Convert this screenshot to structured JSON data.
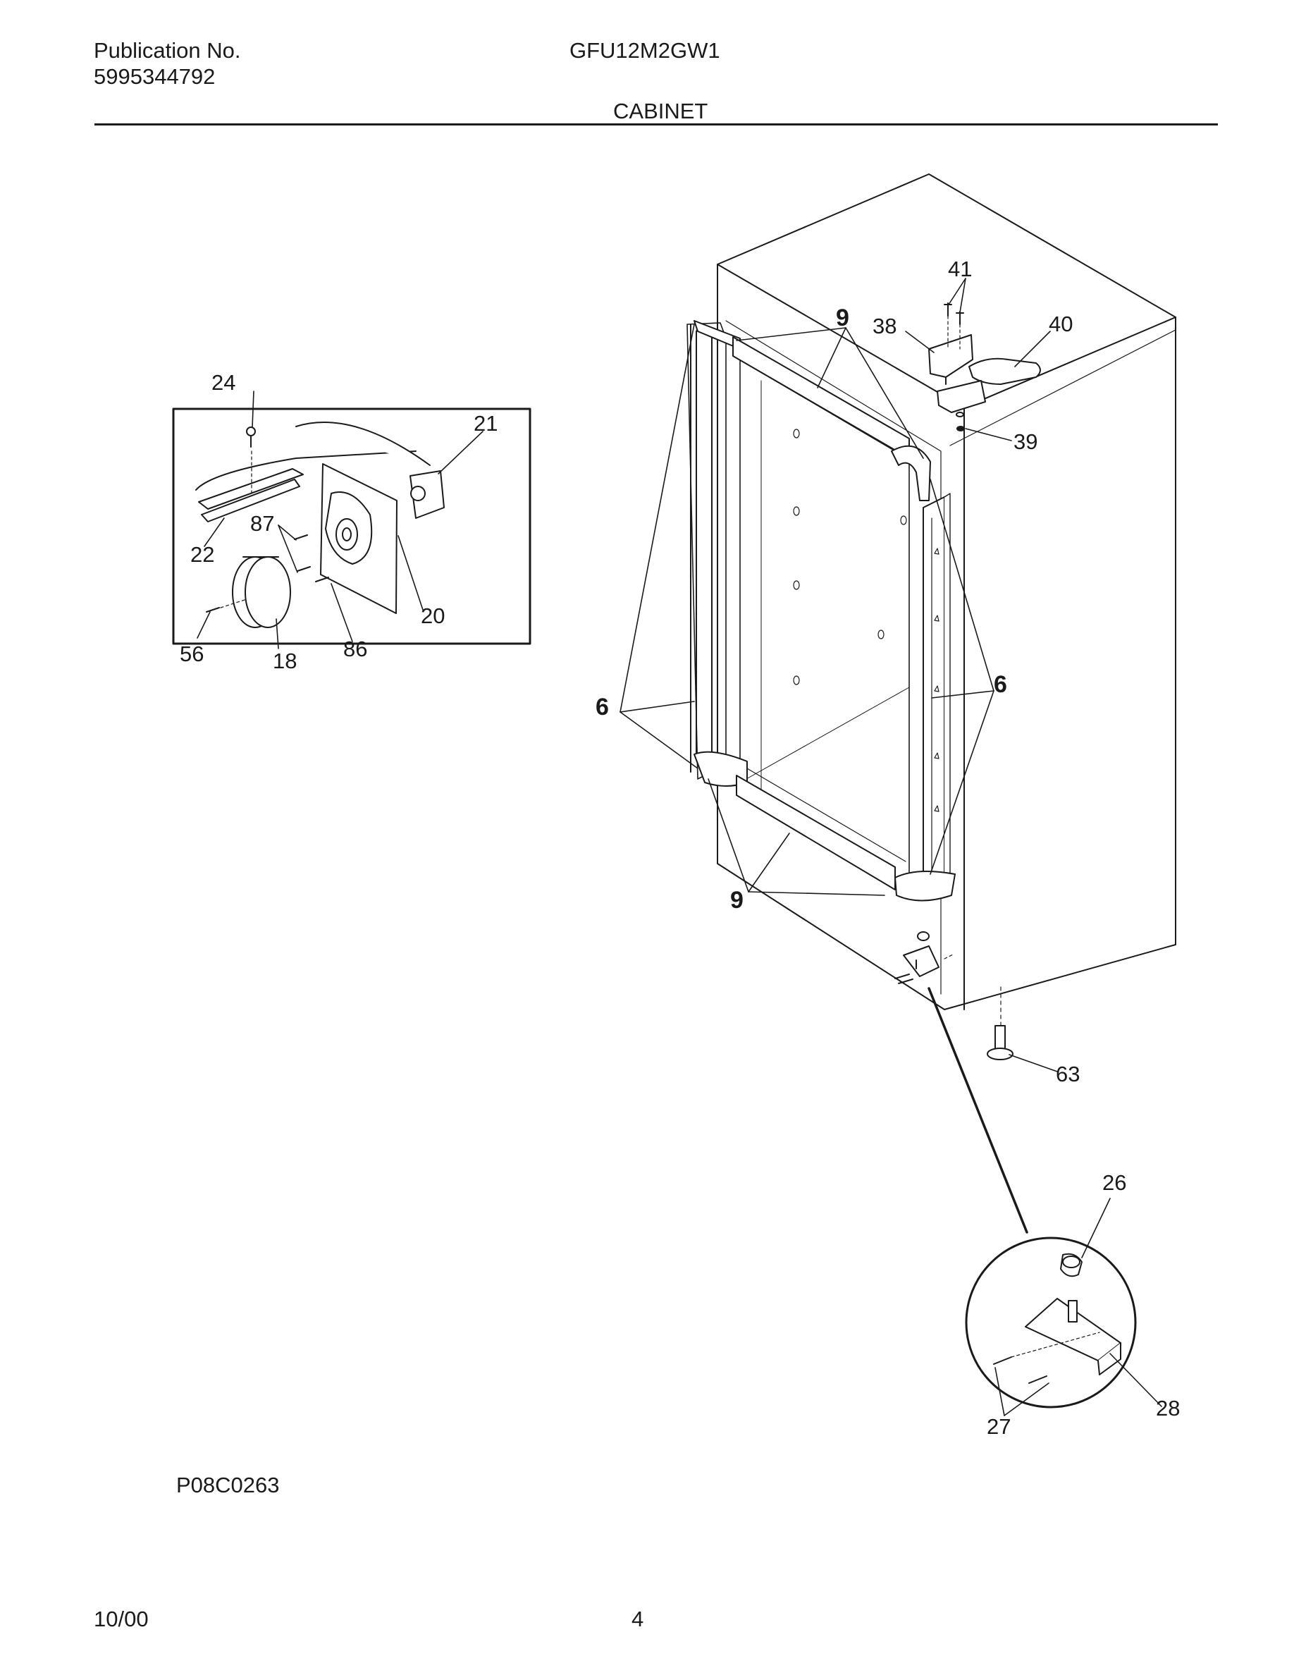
{
  "header": {
    "publication_label": "Publication No.",
    "publication_number": "5995344792",
    "model": "GFU12M2GW1",
    "section_title": "CABINET"
  },
  "callouts": {
    "c24": "24",
    "c21": "21",
    "c87": "87",
    "c22": "22",
    "c20": "20",
    "c56": "56",
    "c18": "18",
    "c86": "86",
    "c41": "41",
    "c9_top": "9",
    "c38": "38",
    "c40": "40",
    "c39": "39",
    "c6_left": "6",
    "c6_right": "6",
    "c9_bottom": "9",
    "c63": "63",
    "c26": "26",
    "c28": "28",
    "c27": "27"
  },
  "diagram_code": "P08C0263",
  "footer": {
    "date": "10/00",
    "page": "4"
  }
}
